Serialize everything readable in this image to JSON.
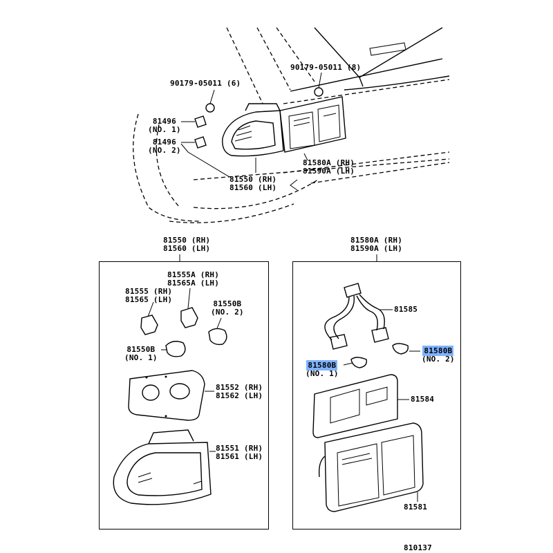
{
  "top": {
    "clip_left": {
      "code": "90179-05011",
      "qty": "(6)"
    },
    "clip_right": {
      "code": "90179-05011",
      "qty": "(8)"
    },
    "socket_no1": {
      "code": "81496",
      "sub": "(NO. 1)"
    },
    "socket_no2": {
      "code": "81496",
      "sub": "(NO. 2)"
    },
    "lamp_assy": {
      "rh": "81550 (RH)",
      "lh": "81560 (LH)"
    },
    "license_assy": {
      "rh": "81580A (RH)",
      "lh": "81590A (LH)"
    }
  },
  "left_panel": {
    "header": {
      "rh": "81550 (RH)",
      "lh": "81560 (LH)"
    },
    "socket_a": {
      "rh": "81555A (RH)",
      "lh": "81565A (LH)"
    },
    "socket": {
      "rh": "81555 (RH)",
      "lh": "81565 (LH)"
    },
    "bulb_no2": {
      "code": "81550B",
      "sub": "(NO. 2)"
    },
    "bulb_no1": {
      "code": "81550B",
      "sub": "(NO. 1)"
    },
    "gasket": {
      "rh": "81552 (RH)",
      "lh": "81562 (LH)"
    },
    "lens": {
      "rh": "81551 (RH)",
      "lh": "81561 (LH)"
    }
  },
  "right_panel": {
    "header": {
      "rh": "81580A (RH)",
      "lh": "81590A (LH)"
    },
    "wire": {
      "code": "81585"
    },
    "bulb_no2": {
      "code": "81580B",
      "sub": "(NO. 2)"
    },
    "bulb_no1": {
      "code": "81580B",
      "sub": "(NO. 1)"
    },
    "gasket": {
      "code": "81584"
    },
    "lens": {
      "code": "81581"
    }
  },
  "footer": {
    "illustration_no": "810137"
  },
  "colors": {
    "highlight": "#7fb2ff",
    "line": "#000000"
  }
}
